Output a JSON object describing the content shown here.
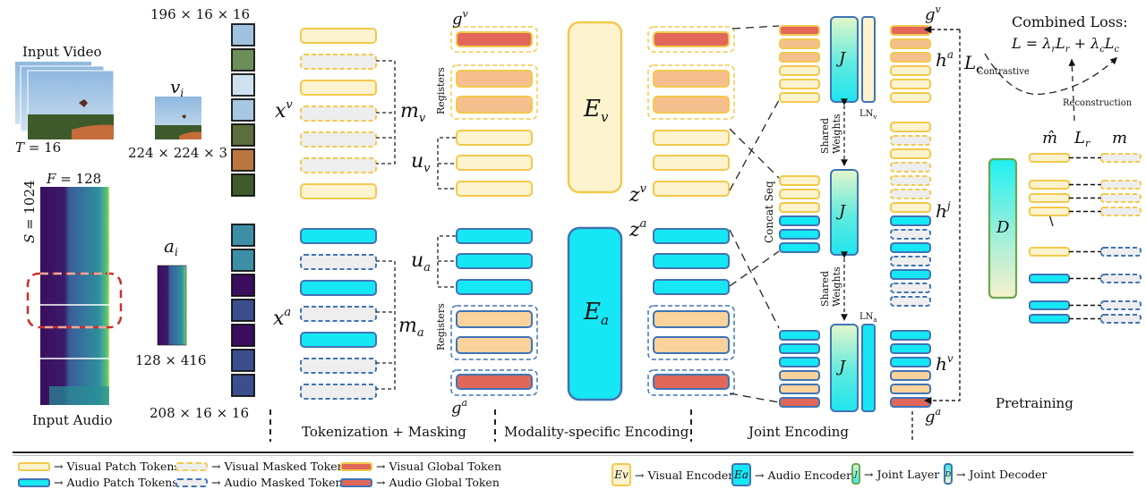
{
  "input_video": {
    "title": "Input Video",
    "frames_label": "T = 16"
  },
  "input_audio": {
    "title": "Input Audio",
    "freq_label": "F = 128",
    "time_label": "S = 1024"
  },
  "visual_sample": {
    "symbol": "v",
    "subscript": "i",
    "shape": "224 × 224 × 3"
  },
  "audio_sample": {
    "symbol": "a",
    "subscript": "i",
    "shape": "128 × 416"
  },
  "visual_patches": {
    "shape": "196 × 16 × 16"
  },
  "audio_patches": {
    "shape": "208 × 16 × 16"
  },
  "tokenization": {
    "visual_tokens_label": "x",
    "visual_tokens_sup": "v",
    "audio_tokens_label": "x",
    "audio_tokens_sup": "a",
    "visual_mask_label": "m",
    "visual_mask_sub": "v",
    "audio_mask_label": "m",
    "audio_mask_sub": "a",
    "visual_pattern": [
      "patch",
      "masked",
      "patch",
      "masked",
      "masked",
      "masked",
      "patch"
    ],
    "audio_pattern": [
      "patch",
      "masked",
      "patch",
      "masked",
      "patch",
      "masked",
      "masked"
    ]
  },
  "modality_encoding": {
    "visual_global_label": "g",
    "visual_global_sup": "v",
    "audio_global_label": "g",
    "audio_global_sup": "a",
    "registers_label": "Registers",
    "visual_unmasked_label": "u",
    "visual_unmasked_sub": "v",
    "audio_unmasked_label": "u",
    "audio_unmasked_sub": "a",
    "visual_encoder": {
      "symbol": "E",
      "sub": "v"
    },
    "audio_encoder": {
      "symbol": "E",
      "sub": "a"
    },
    "visual_output_label": "z",
    "visual_output_sup": "v",
    "audio_output_label": "z",
    "audio_output_sup": "a"
  },
  "joint_encoding": {
    "joint_symbol": "J",
    "shared_weights": [
      "Shared",
      "Weights"
    ],
    "concat_label": "Concat Seq",
    "ln_visual": "LN",
    "ln_visual_sub": "v",
    "ln_audio": "LN",
    "ln_audio_sub": "a",
    "h_audio": "h",
    "h_audio_sup": "a",
    "h_joint": "h",
    "h_joint_sup": "j",
    "h_visual": "h",
    "h_visual_sup": "v",
    "g_visual": "g",
    "g_visual_sup": "v",
    "g_audio": "g",
    "g_audio_sup": "a"
  },
  "pretraining": {
    "combined_loss_title": "Combined Loss:",
    "combined_loss_formula": "L = λrLr + λcLc",
    "contrastive_label": "Contrastive",
    "reconstruction_label": "Reconstruction",
    "contrastive_loss": "L",
    "contrastive_loss_sub": "c",
    "recon_loss": "L",
    "recon_loss_sub": "r",
    "pred_label": "m̂",
    "target_label": "m",
    "decoder_symbol": "D",
    "title": "Pretraining"
  },
  "stages": [
    "Tokenization + Masking",
    "Modality-specific Encoding",
    "Joint Encoding"
  ],
  "colors": {
    "visual_fill": "#fdf3cf",
    "visual_border": "#f2c94c",
    "audio_fill": "#16e7f5",
    "audio_border": "#3f74b5",
    "register_visual": "#f5c08e",
    "register_audio": "#fbd29c",
    "global_fill": "#e0675a",
    "masked_fill": "#eeeeee",
    "decoder_border": "#6aa84f"
  },
  "legend": {
    "visual_patch": "→ Visual Patch Tokens",
    "audio_patch": "→ Audio Patch Tokens",
    "visual_masked": "→ Visual Masked Token",
    "audio_masked": "→ Audio Masked Token",
    "visual_global": "→ Visual Global Token",
    "audio_global": "→ Audio Global Token",
    "visual_encoder": "→ Visual Encoder",
    "audio_encoder": "→ Audio Encoder",
    "joint_layer": "→ Joint Layer",
    "joint_decoder": "→ Joint Decoder",
    "ev_sym": "Ev",
    "ea_sym": "Ea",
    "j_sym": "J",
    "d_sym": "D"
  }
}
